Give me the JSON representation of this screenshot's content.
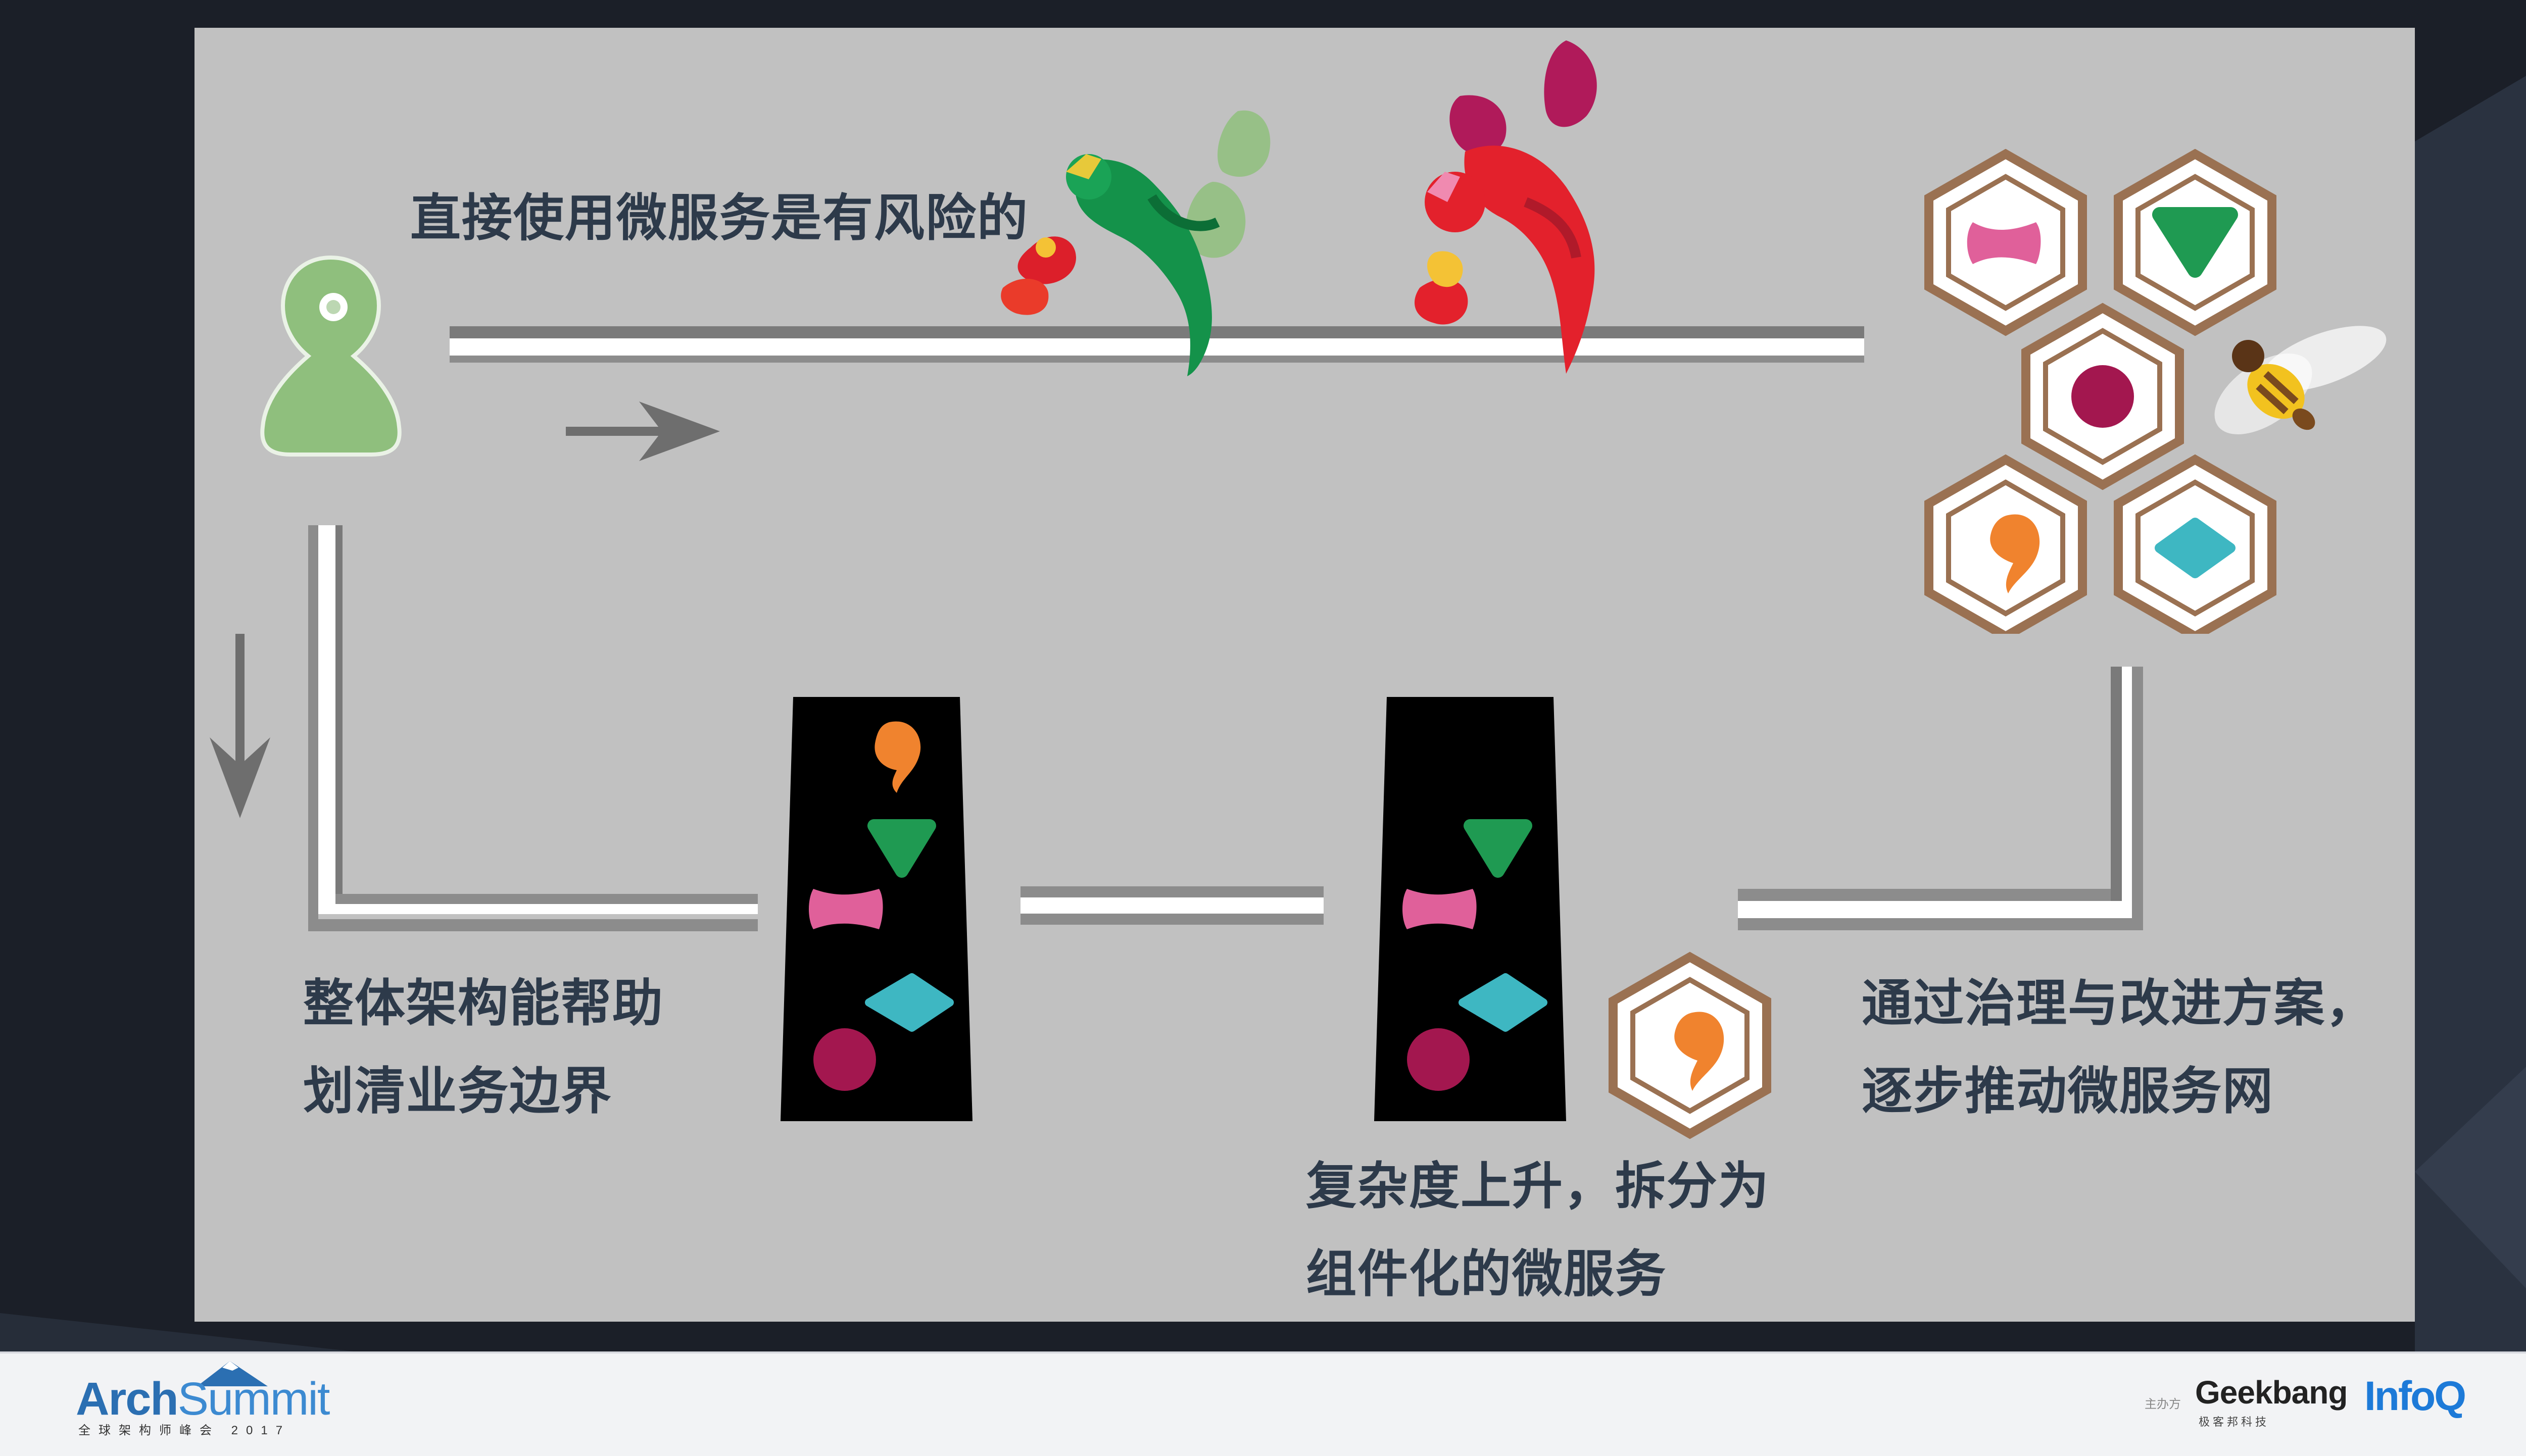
{
  "steps": {
    "direct": "直接使用微服务是有风险的",
    "holistic_line1": "整体架构能帮助",
    "holistic_line2": "划清业务边界",
    "complexity_line1": "复杂度上升，拆分为",
    "complexity_line2": "组件化的微服务",
    "governance_line1": "通过治理与改进方案，",
    "governance_line2": "逐步推动微服务网"
  },
  "footer": {
    "conference_brand_part1": "Arch",
    "conference_brand_part2": "Summit",
    "conference_subtitle": "全球架构师峰会 2017",
    "organizer_label": "主办方",
    "geekbang_logo": "Geekbang",
    "geekbang_sub": "极客邦科技",
    "infoq_logo": "InfoQ"
  },
  "colors": {
    "background": "#1b1f28",
    "panel": "#c1c1c1",
    "text": "#2d3a4a",
    "pawn": "#8fbf7d",
    "pink": "#e0609a",
    "green": "#1f9a52",
    "maroon": "#a3174f",
    "orange": "#f0832e",
    "teal": "#3eb7c2",
    "hex_border": "#9a7152",
    "dragon_red": "#dc1f2a",
    "dragon_green": "#14924a"
  },
  "icons": [
    "pawn-icon",
    "arrow-right-icon",
    "arrow-down-icon",
    "dragon-icon",
    "bee-icon",
    "honeycomb-icon",
    "component-tower-icon"
  ]
}
